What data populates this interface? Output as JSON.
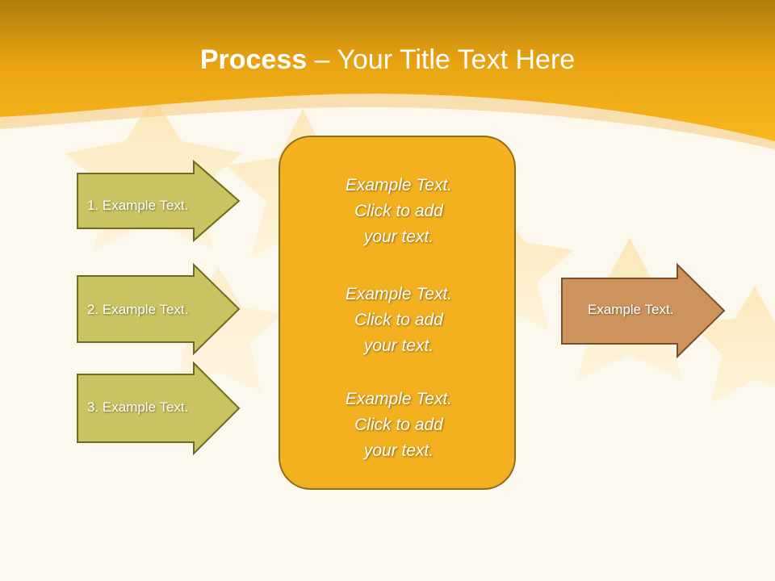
{
  "title": {
    "bold": "Process",
    "rest": " – Your Title Text Here"
  },
  "input_arrows": [
    {
      "label": "1. Example Text."
    },
    {
      "label": "2. Example Text."
    },
    {
      "label": "3. Example Text."
    }
  ],
  "center_box": {
    "blocks": [
      {
        "line1": "Example Text.",
        "line2": "Click  to add",
        "line3": "your text."
      },
      {
        "line1": "Example Text.",
        "line2": "Click  to add",
        "line3": "your text."
      },
      {
        "line1": "Example Text.",
        "line2": "Click  to add",
        "line3": "your text."
      }
    ]
  },
  "output_arrow": {
    "label": "Example Text."
  },
  "colors": {
    "banner": "#eea712",
    "input_arrow_fill": "#c8c461",
    "input_arrow_stroke": "#6e6a24",
    "center_fill": "#f3b01f",
    "output_arrow_fill": "#cc935d",
    "output_arrow_stroke": "#7a4f2a",
    "background": "#fdf8ee"
  }
}
